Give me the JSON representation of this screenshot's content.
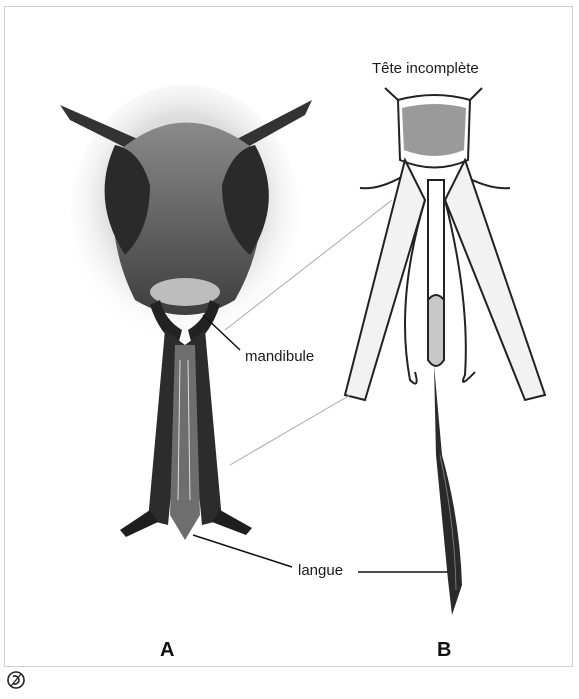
{
  "labels": {
    "head_title": "Tête incomplète",
    "mandible": "mandibule",
    "tongue": "langue"
  },
  "panels": {
    "left": "A",
    "right": "B"
  },
  "license_mark": "copyleft-icon"
}
